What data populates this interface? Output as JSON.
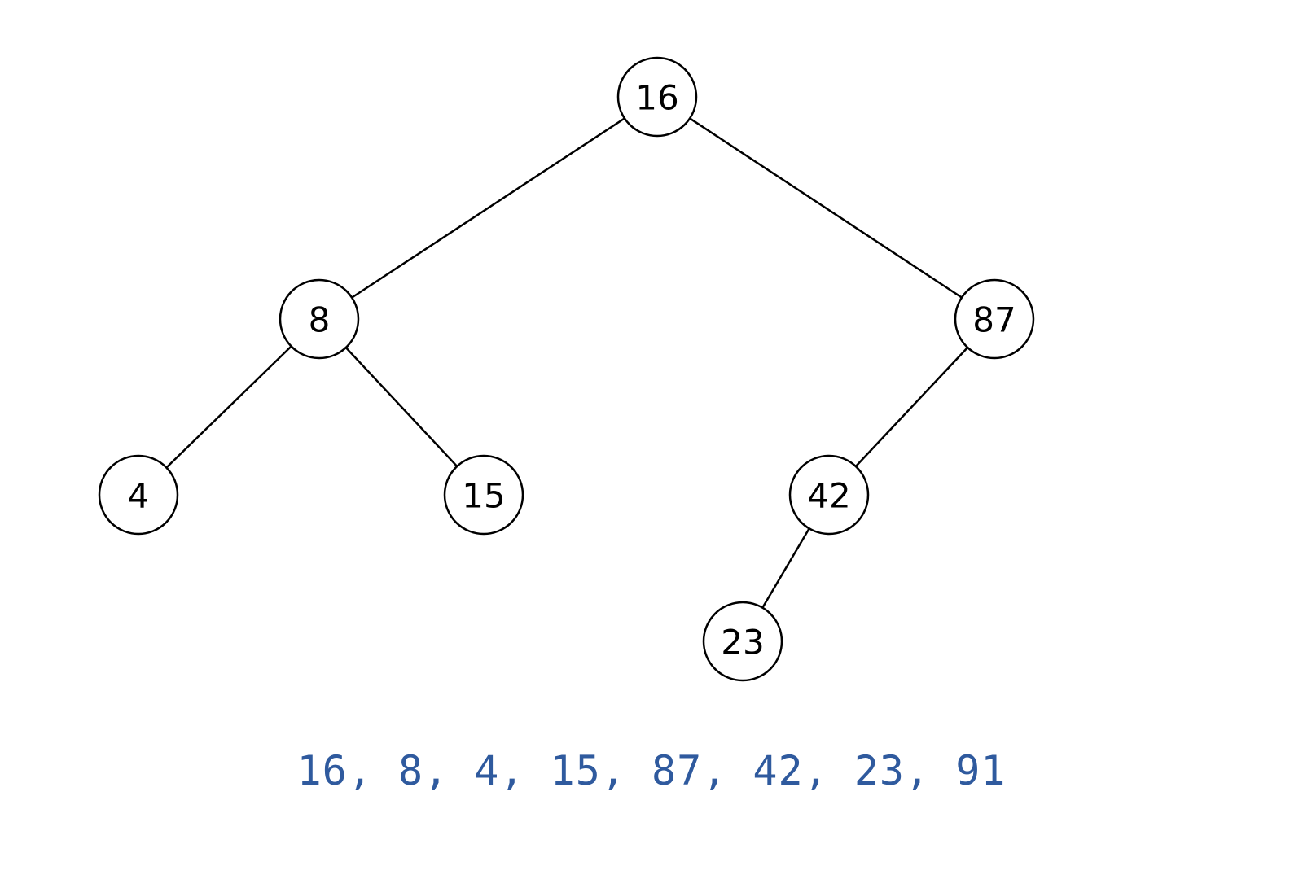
{
  "tree": {
    "nodes": [
      {
        "id": "n16",
        "label": "16"
      },
      {
        "id": "n8",
        "label": "8"
      },
      {
        "id": "n87",
        "label": "87"
      },
      {
        "id": "n4",
        "label": "4"
      },
      {
        "id": "n15",
        "label": "15"
      },
      {
        "id": "n42",
        "label": "42"
      },
      {
        "id": "n23",
        "label": "23"
      }
    ],
    "edges": [
      {
        "from": "n16",
        "to": "n8"
      },
      {
        "from": "n16",
        "to": "n87"
      },
      {
        "from": "n8",
        "to": "n4"
      },
      {
        "from": "n8",
        "to": "n15"
      },
      {
        "from": "n87",
        "to": "n42"
      },
      {
        "from": "n42",
        "to": "n23"
      }
    ]
  },
  "sequence": {
    "text": "16, 8, 4, 15, 87, 42, 23, 91",
    "color": "#2f5a9e"
  }
}
